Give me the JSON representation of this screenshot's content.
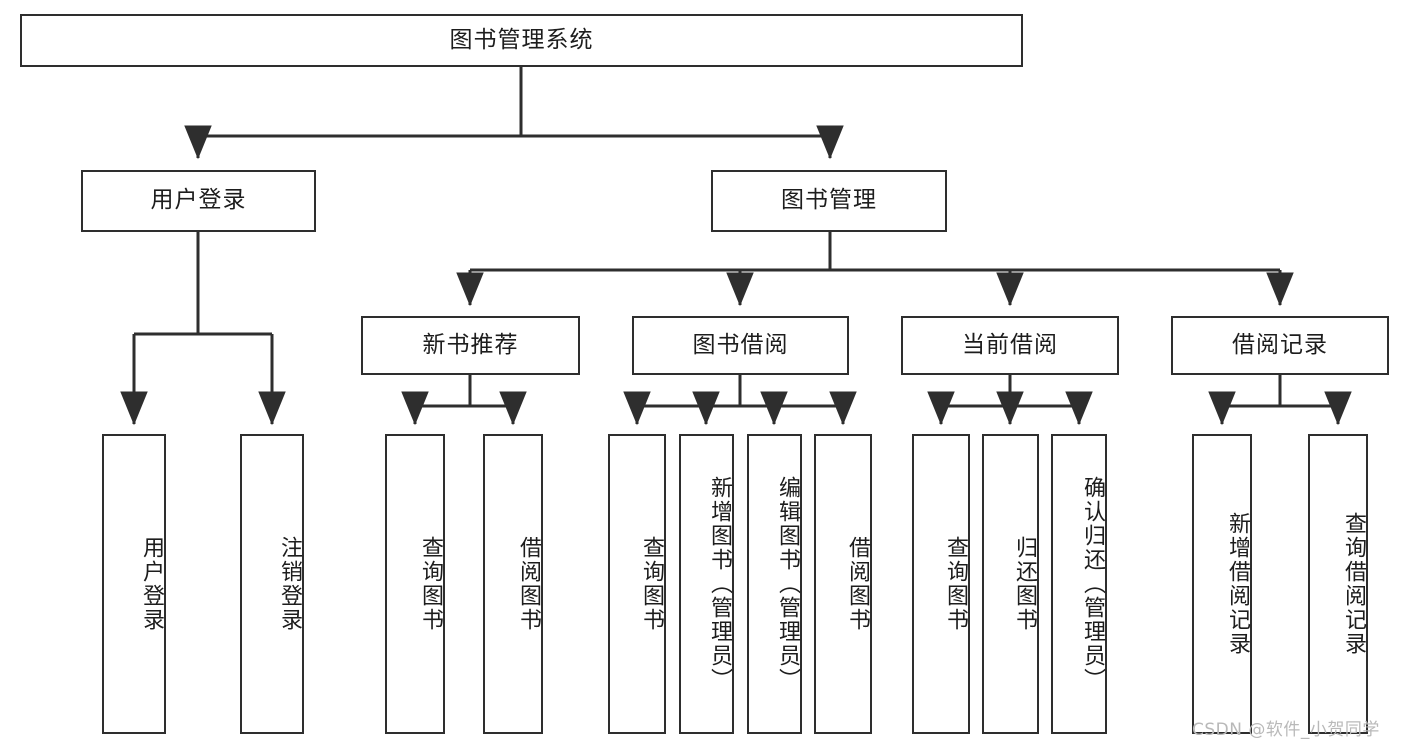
{
  "diagram": {
    "title": "图书管理系统",
    "type": "tree-hierarchy-diagram",
    "root": {
      "label": "图书管理系统"
    },
    "level2": [
      {
        "label": "用户登录"
      },
      {
        "label": "图书管理"
      }
    ],
    "level3": [
      {
        "label": "新书推荐"
      },
      {
        "label": "图书借阅"
      },
      {
        "label": "当前借阅"
      },
      {
        "label": "借阅记录"
      }
    ],
    "leaves": {
      "user_login": [
        {
          "label": "用户登录"
        },
        {
          "label": "注销登录"
        }
      ],
      "new_book_recommend": [
        {
          "label": "查询图书"
        },
        {
          "label": "借阅图书"
        }
      ],
      "book_borrow": [
        {
          "label": "查询图书"
        },
        {
          "label": "新增图书（管理员）"
        },
        {
          "label": "编辑图书（管理员）"
        },
        {
          "label": "借阅图书"
        }
      ],
      "current_borrow": [
        {
          "label": "查询图书"
        },
        {
          "label": "归还图书"
        },
        {
          "label": "确认归还（管理员）"
        }
      ],
      "borrow_record": [
        {
          "label": "新增借阅记录"
        },
        {
          "label": "查询借阅记录"
        }
      ]
    },
    "colors": {
      "stroke": "#2e2e2e",
      "fill": "#ffffff",
      "text": "#1d1d1d",
      "watermark": "#b9b9b9"
    }
  },
  "watermark": {
    "text": "CSDN @软件_小贺同学"
  }
}
